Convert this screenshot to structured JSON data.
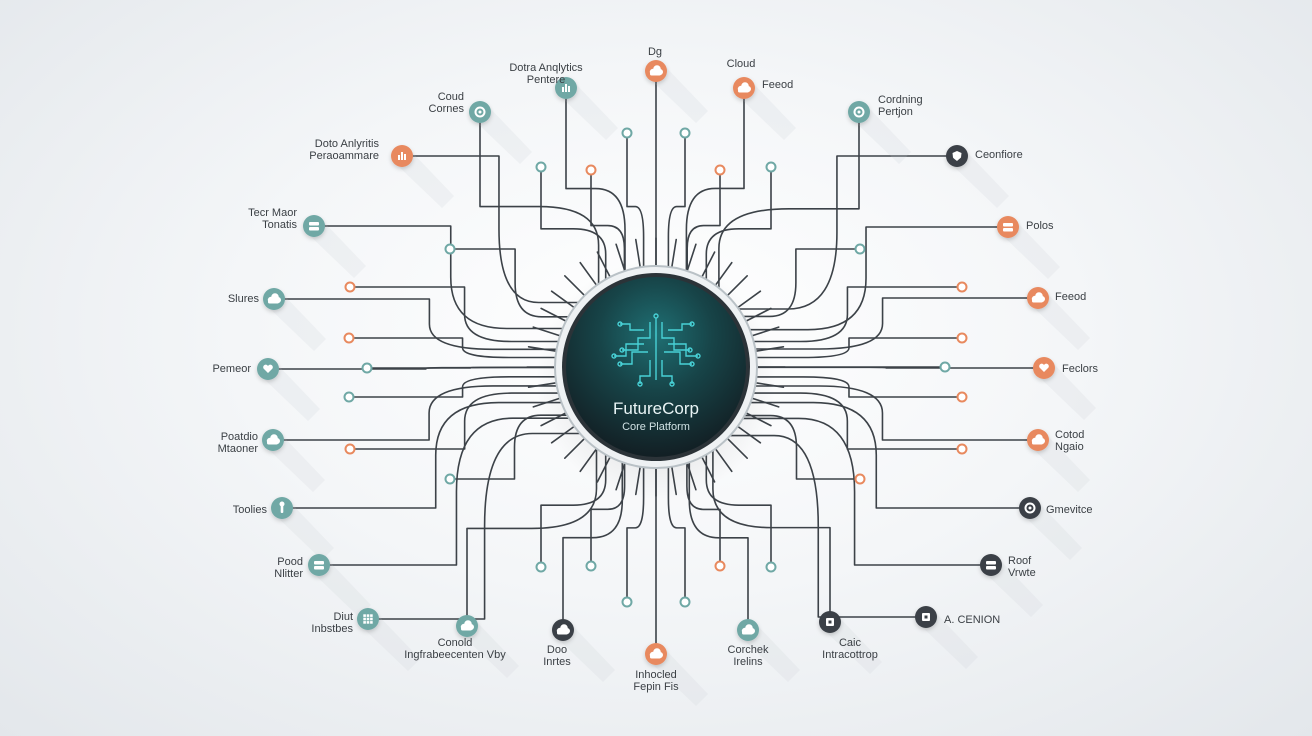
{
  "hub": {
    "title": "FutureCorp",
    "subtitle": "Core Platform",
    "icon": "circuit-brain-icon"
  },
  "colors": {
    "teal": "#6fa8a5",
    "orange": "#e8895e",
    "dark": "#3b4047",
    "line": "#3c4248",
    "hub_fill": "#18383d",
    "hub_ring": "#cfd5d9"
  },
  "nodes": [
    {
      "id": "top-center",
      "lines": [
        "Dg"
      ],
      "color": "orange",
      "icon": "cloud-icon"
    },
    {
      "id": "top-left-1",
      "lines": [
        "Dotra Anqlytics",
        "Pentere"
      ],
      "color": "teal",
      "icon": "chart-icon"
    },
    {
      "id": "top-right-1",
      "lines": [
        "Cloud"
      ],
      "color": "orange",
      "icon": "cloud-icon"
    },
    {
      "id": "top-right-1b",
      "lines": [
        "Feeod"
      ],
      "color": "orange",
      "icon": "cloud-icon"
    },
    {
      "id": "left-1",
      "lines": [
        "Coud",
        "Cornes"
      ],
      "color": "teal",
      "icon": "gear-icon"
    },
    {
      "id": "right-1",
      "lines": [
        "Cordning",
        "Pertjon"
      ],
      "color": "teal",
      "icon": "gear-icon"
    },
    {
      "id": "left-2",
      "lines": [
        "Doto Anlyritis",
        "Peraoammare"
      ],
      "color": "orange",
      "icon": "chart-icon"
    },
    {
      "id": "right-2",
      "lines": [
        "Ceonfiore"
      ],
      "color": "dark",
      "icon": "shield-icon"
    },
    {
      "id": "left-3",
      "lines": [
        "Tecr Maor",
        "Tonatis"
      ],
      "color": "teal",
      "icon": "server-icon"
    },
    {
      "id": "right-3",
      "lines": [
        "Polos"
      ],
      "color": "orange",
      "icon": "server-icon"
    },
    {
      "id": "left-4",
      "lines": [
        "Slures"
      ],
      "color": "teal",
      "icon": "cloud-icon"
    },
    {
      "id": "right-4",
      "lines": [
        "Feeod"
      ],
      "color": "orange",
      "icon": "cloud-icon"
    },
    {
      "id": "left-5",
      "lines": [
        "Pemeor"
      ],
      "color": "teal",
      "icon": "heart-icon"
    },
    {
      "id": "right-5",
      "lines": [
        "Feclors"
      ],
      "color": "orange",
      "icon": "heart-icon"
    },
    {
      "id": "left-6",
      "lines": [
        "Poatdio",
        "Mtaoner"
      ],
      "color": "teal",
      "icon": "cloud-icon"
    },
    {
      "id": "right-6",
      "lines": [
        "Cotod",
        "Ngaio"
      ],
      "color": "orange",
      "icon": "cloud-icon"
    },
    {
      "id": "left-7",
      "lines": [
        "Toolies"
      ],
      "color": "teal",
      "icon": "tool-icon"
    },
    {
      "id": "right-7",
      "lines": [
        "Gmevitce"
      ],
      "color": "dark",
      "icon": "gear-icon"
    },
    {
      "id": "left-8",
      "lines": [
        "Pood",
        "Nlitter"
      ],
      "color": "teal",
      "icon": "server-icon"
    },
    {
      "id": "right-8",
      "lines": [
        "Roof",
        "Vrwte"
      ],
      "color": "dark",
      "icon": "server-icon"
    },
    {
      "id": "left-9",
      "lines": [
        "Diut",
        "Inbstbes"
      ],
      "color": "teal",
      "icon": "grid-icon"
    },
    {
      "id": "right-9",
      "lines": [
        "A. CENION"
      ],
      "color": "dark",
      "icon": "cpu-icon"
    },
    {
      "id": "bottom-1",
      "lines": [
        "Conold",
        "Ingfrabeecenten Vby"
      ],
      "color": "teal",
      "icon": "cloud-icon"
    },
    {
      "id": "bottom-2",
      "lines": [
        "Doo",
        "Inrtes"
      ],
      "color": "dark",
      "icon": "cloud-icon"
    },
    {
      "id": "bottom-3",
      "lines": [
        "Inhocled",
        "Fepin Fis"
      ],
      "color": "orange",
      "icon": "cloud-icon"
    },
    {
      "id": "bottom-4",
      "lines": [
        "Corchek",
        "Irelins"
      ],
      "color": "teal",
      "icon": "cloud-icon"
    },
    {
      "id": "bottom-5",
      "lines": [
        "Caic",
        "Intracottrop"
      ],
      "color": "dark",
      "icon": "cpu-icon"
    }
  ]
}
